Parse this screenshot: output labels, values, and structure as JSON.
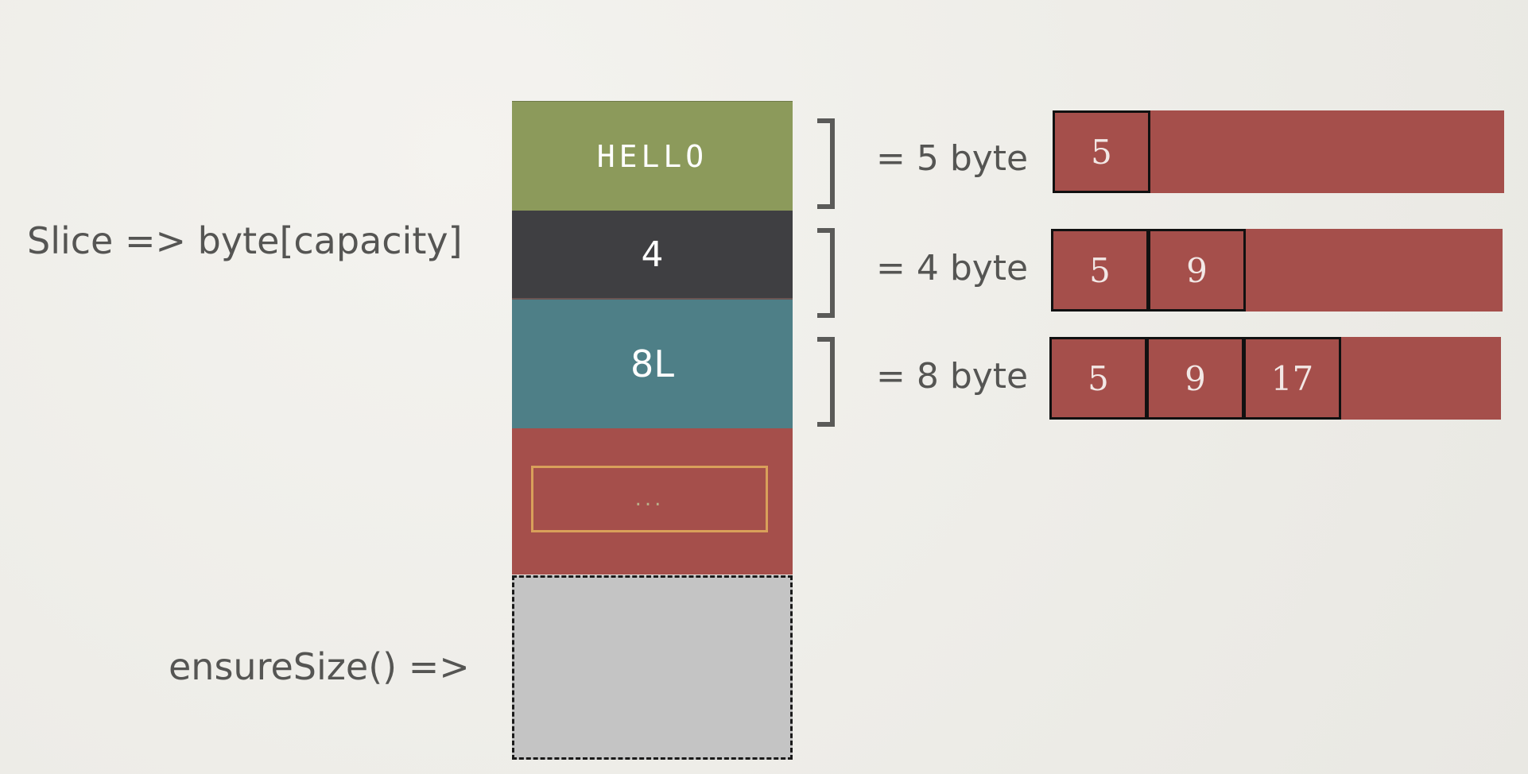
{
  "left_labels": {
    "slice": "Slice => byte[capacity]",
    "ensure": "ensureSize() =>"
  },
  "stack": {
    "hello": "HELLO",
    "int": "4",
    "long": "8L",
    "rest": "..."
  },
  "rows": [
    {
      "size_label": "= 5 byte",
      "cells": [
        "5"
      ]
    },
    {
      "size_label": "= 4 byte",
      "cells": [
        "5",
        "9"
      ]
    },
    {
      "size_label": "= 8 byte",
      "cells": [
        "5",
        "9",
        "17"
      ]
    }
  ],
  "colors": {
    "background": "#efeeea",
    "hello_block": "#8c9a5b",
    "int_block": "#3f3f42",
    "long_block": "#4e7f87",
    "buffer_red": "#a54f4b",
    "ellipsis_border": "#d9a05a",
    "grow_area": "#c4c4c4",
    "text_gray": "#555553"
  }
}
